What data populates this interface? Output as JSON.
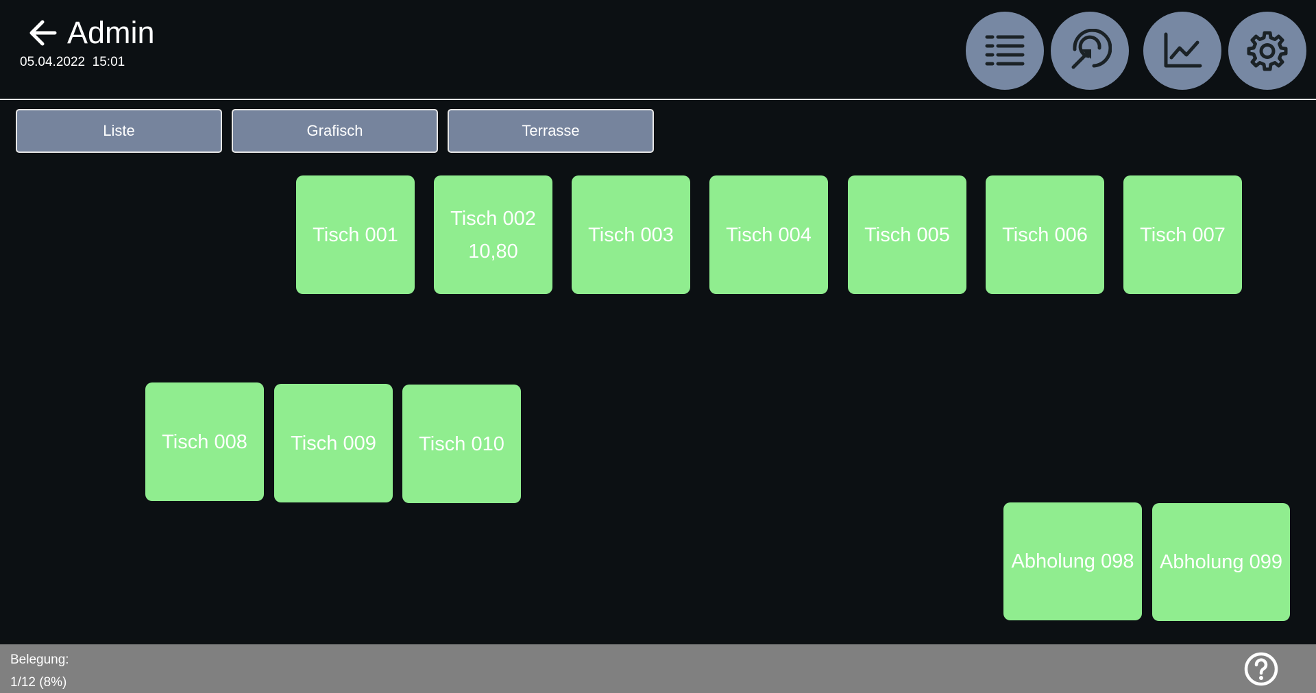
{
  "header": {
    "back_icon": "arrow-left-icon",
    "title": "Admin",
    "date": "05.04.2022",
    "time": "15:01",
    "toolbar": [
      {
        "name": "list-view-button",
        "icon": "list-icon"
      },
      {
        "name": "touch-select-button",
        "icon": "touch-target-icon"
      },
      {
        "name": "statistics-button",
        "icon": "line-chart-icon"
      },
      {
        "name": "settings-button",
        "icon": "gear-icon"
      }
    ]
  },
  "tabs": [
    {
      "label": "Liste"
    },
    {
      "label": "Grafisch"
    },
    {
      "label": "Terrasse"
    }
  ],
  "tables": [
    {
      "name": "Tisch 001",
      "amount": ""
    },
    {
      "name": "Tisch 002",
      "amount": "10,80"
    },
    {
      "name": "Tisch 003",
      "amount": ""
    },
    {
      "name": "Tisch 004",
      "amount": ""
    },
    {
      "name": "Tisch 005",
      "amount": ""
    },
    {
      "name": "Tisch 006",
      "amount": ""
    },
    {
      "name": "Tisch 007",
      "amount": ""
    },
    {
      "name": "Tisch 008",
      "amount": ""
    },
    {
      "name": "Tisch 009",
      "amount": ""
    },
    {
      "name": "Tisch 010",
      "amount": ""
    },
    {
      "name": "Abholung 098",
      "amount": ""
    },
    {
      "name": "Abholung 099",
      "amount": ""
    }
  ],
  "footer": {
    "occupancy_label": "Belegung:",
    "occupancy_value": "1/12 (8%)",
    "help_icon": "help-circle-icon"
  },
  "colors": {
    "background": "#0c1013",
    "button": "#7788a3",
    "table_free": "#90ed8f",
    "footer": "#808080"
  }
}
